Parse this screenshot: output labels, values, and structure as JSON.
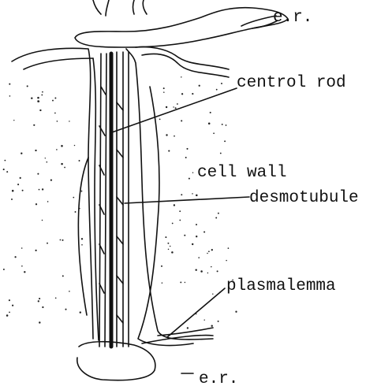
{
  "diagram": {
    "labels": {
      "er_top": "e.r.",
      "central_rod": "centrol rod",
      "cell_wall": "cell wall",
      "desmotubule": "desmotubule",
      "plasmalemma": "plasmalemma",
      "er_bottom": "e.r."
    }
  }
}
